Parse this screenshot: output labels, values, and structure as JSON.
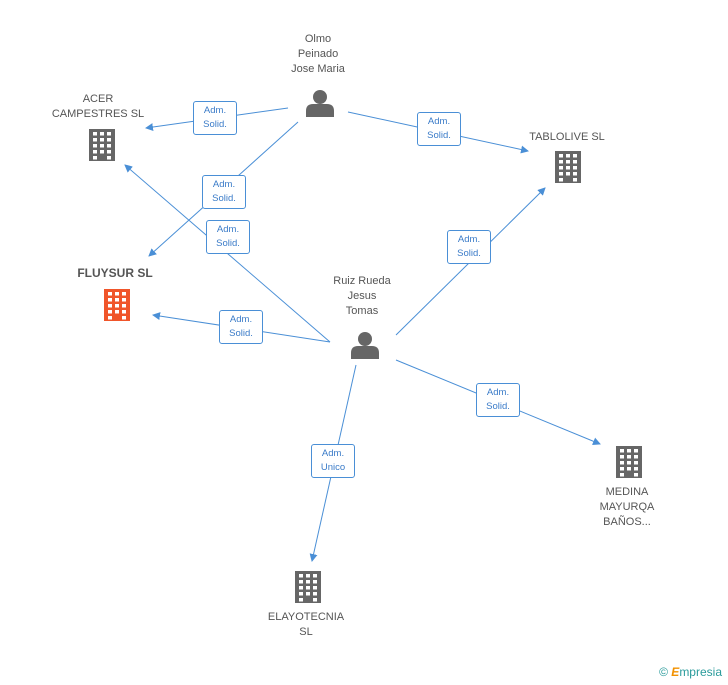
{
  "nodes": {
    "olmo": {
      "label": "Olmo\nPeinado\nJose Maria",
      "type": "person"
    },
    "ruiz": {
      "label": "Ruiz Rueda\nJesus\nTomas",
      "type": "person"
    },
    "acer": {
      "label": "ACER\nCAMPESTRES SL",
      "type": "company"
    },
    "tablolive": {
      "label": "TABLOLIVE SL",
      "type": "company"
    },
    "fluysur": {
      "label": "FLUYSUR SL",
      "type": "company",
      "highlight": true
    },
    "medina": {
      "label": "MEDINA\nMAYURQA\nBAÑOS...",
      "type": "company"
    },
    "elayotecnia": {
      "label": "ELAYOTECNIA\nSL",
      "type": "company"
    }
  },
  "edges": [
    {
      "from": "olmo",
      "to": "acer",
      "label": "Adm.\nSolid."
    },
    {
      "from": "olmo",
      "to": "tablolive",
      "label": "Adm.\nSolid."
    },
    {
      "from": "olmo",
      "to": "fluysur",
      "label": "Adm.\nSolid."
    },
    {
      "from": "ruiz",
      "to": "acer",
      "label": "Adm.\nSolid."
    },
    {
      "from": "ruiz",
      "to": "tablolive",
      "label": "Adm.\nSolid."
    },
    {
      "from": "ruiz",
      "to": "fluysur",
      "label": "Adm.\nSolid."
    },
    {
      "from": "ruiz",
      "to": "medina",
      "label": "Adm.\nSolid."
    },
    {
      "from": "ruiz",
      "to": "elayotecnia",
      "label": "Adm.\nUnico"
    }
  ],
  "colors": {
    "edge": "#4a8fd6",
    "person": "#666666",
    "company": "#666666",
    "highlight": "#f0552a"
  },
  "footer": {
    "symbol": "©",
    "brand_initial": "E",
    "brand_rest": "mpresia"
  }
}
